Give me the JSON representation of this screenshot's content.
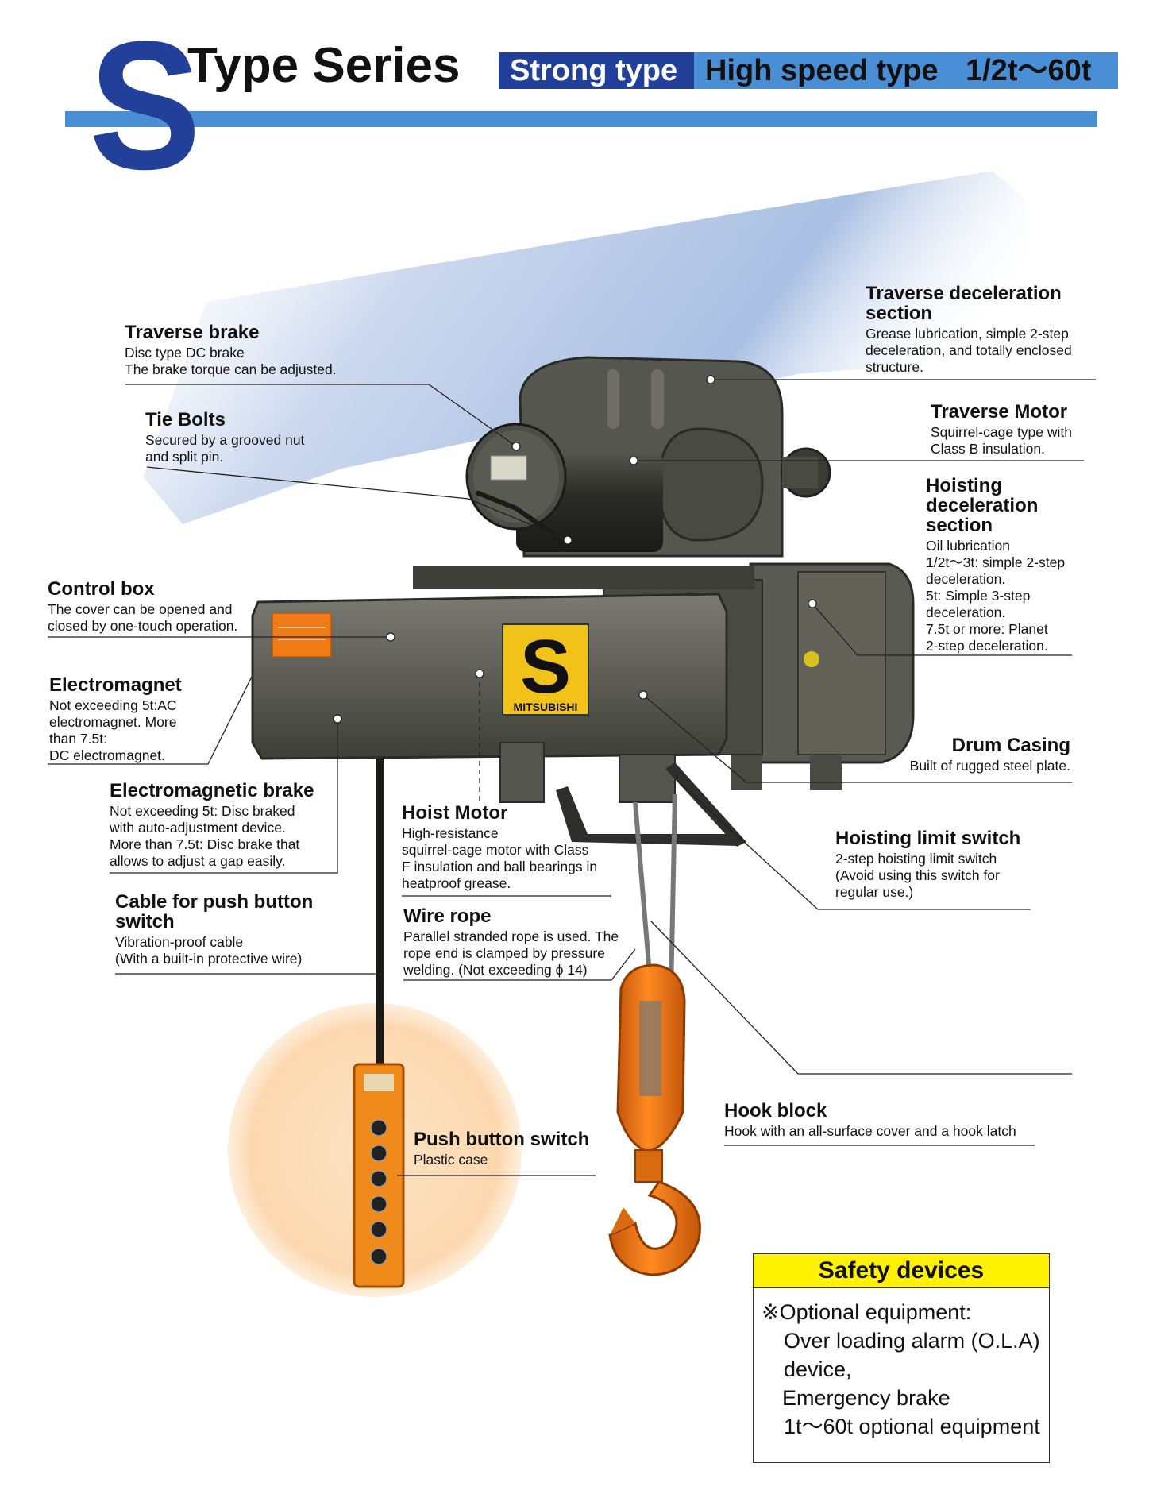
{
  "header": {
    "big_letter": "S",
    "title": "Type Series",
    "badges": {
      "strong": "Strong type",
      "speed": "High speed type",
      "capacity": "1/2t〜60t"
    }
  },
  "colors": {
    "navy": "#22409a",
    "blue": "#4a8fd6",
    "orange": "#f07a14",
    "yellow": "#fff200"
  },
  "product": {
    "plate_letter": "S",
    "plate_brand": "MITSUBISHI"
  },
  "callouts": {
    "traverse_brake": {
      "title": "Traverse brake",
      "lines": [
        "Disc type DC brake",
        "The brake torque can be adjusted."
      ]
    },
    "tie_bolts": {
      "title": "Tie Bolts",
      "lines": [
        "Secured by a grooved nut",
        "and split pin."
      ]
    },
    "control_box": {
      "title": "Control box",
      "lines": [
        "The cover can be opened and",
        "closed by one-touch operation."
      ]
    },
    "electromagnet": {
      "title": "Electromagnet",
      "lines": [
        "Not exceeding 5t:AC",
        "electromagnet. More",
        "than 7.5t:",
        "DC electromagnet."
      ]
    },
    "em_brake": {
      "title": "Electromagnetic brake",
      "lines": [
        "Not exceeding 5t: Disc braked",
        "with auto-adjustment device.",
        "More than 7.5t: Disc brake that",
        "allows to adjust a gap easily."
      ]
    },
    "cable": {
      "title_lines": [
        "Cable for push button",
        "switch"
      ],
      "lines": [
        "Vibration-proof cable",
        "(With a built-in protective wire)"
      ]
    },
    "traverse_decel": {
      "title_lines": [
        "Traverse deceleration",
        "section"
      ],
      "lines": [
        "Grease lubrication, simple 2-step",
        "deceleration, and totally enclosed",
        "structure."
      ]
    },
    "traverse_motor": {
      "title": "Traverse Motor",
      "lines": [
        "Squirrel-cage type with",
        "Class B insulation."
      ]
    },
    "hoisting_decel": {
      "title_lines": [
        "Hoisting",
        "deceleration",
        "section"
      ],
      "lines": [
        "Oil lubrication",
        "1/2t〜3t: simple 2-step",
        "deceleration.",
        "5t: Simple 3-step",
        "deceleration.",
        "7.5t or more: Planet",
        "2-step deceleration."
      ]
    },
    "drum_casing": {
      "title": "Drum Casing",
      "lines": [
        "Built of rugged steel plate."
      ]
    },
    "hoist_motor": {
      "title": "Hoist Motor",
      "lines": [
        "High-resistance",
        "squirrel-cage motor with Class",
        "F insulation and ball bearings in",
        "heatproof grease."
      ]
    },
    "hoisting_limit": {
      "title": "Hoisting limit switch",
      "lines": [
        "2-step hoisting limit switch",
        "(Avoid using this switch for",
        "regular use.)"
      ]
    },
    "wire_rope": {
      "title": "Wire rope",
      "lines": [
        "Parallel stranded rope is used. The",
        "rope end is clamped by pressure",
        "welding. (Not exceeding ϕ 14)"
      ]
    },
    "hook_block": {
      "title": "Hook block",
      "lines": [
        "Hook with an all-surface cover and a hook latch"
      ]
    },
    "push_button": {
      "title": "Push button switch",
      "lines": [
        "Plastic case"
      ]
    }
  },
  "safety": {
    "heading": "Safety devices",
    "lines": [
      "※Optional equipment:",
      "Over loading alarm (O.L.A)",
      "device,",
      "Emergency brake",
      "1t〜60t optional equipment"
    ]
  }
}
